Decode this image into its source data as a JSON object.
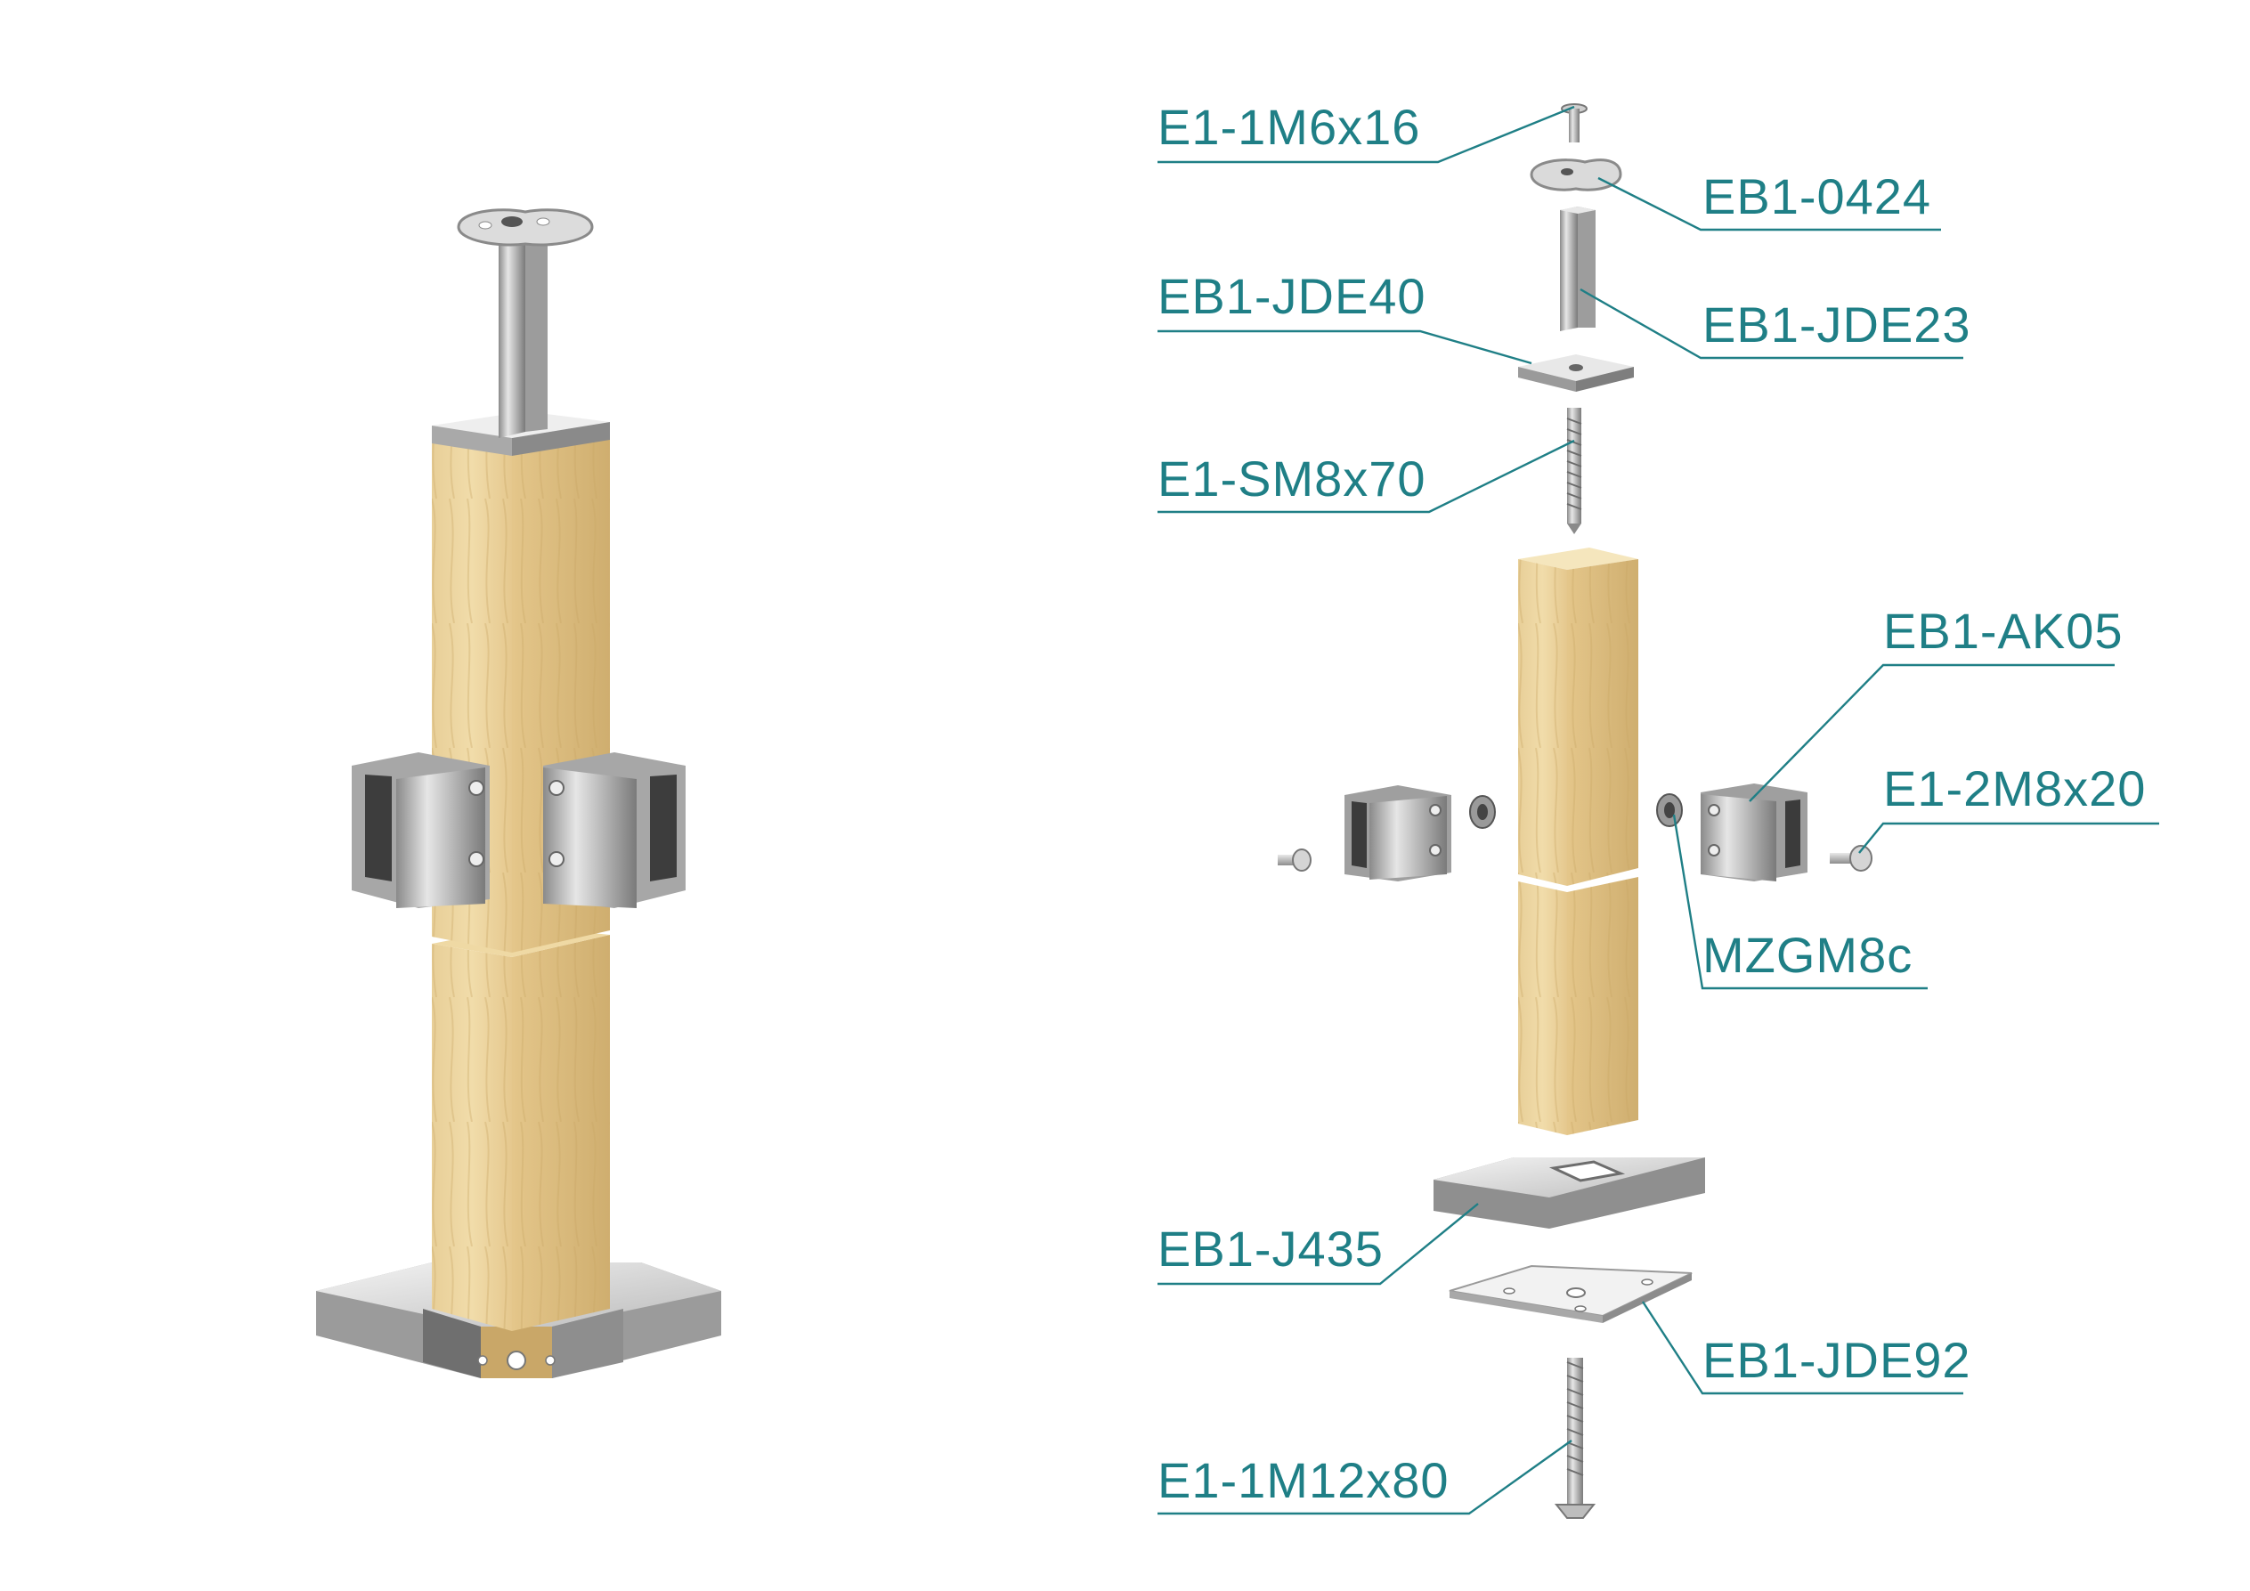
{
  "colors": {
    "label": "#1f7f86",
    "wood_light": "#f1dfae",
    "wood_mid": "#e0c487",
    "wood_dark": "#c8a96a",
    "steel_light": "#e3e3e3",
    "steel_mid": "#b4b4b4",
    "steel_dark": "#6f6f6f"
  },
  "parts": {
    "top_screw": "E1-1M6x16",
    "handrail_saddle": "EB1-0424",
    "spacer_tube": "EB1-JDE23",
    "top_cap_plate": "EB1-JDE40",
    "hanger_bolt": "E1-SM8x70",
    "glass_clamp": "EB1-AK05",
    "clamp_screw": "E1-2M8x20",
    "threaded_insert": "MZGM8c",
    "base_cover": "EB1-J435",
    "base_plate": "EB1-JDE92",
    "anchor_bolt": "E1-1M12x80"
  }
}
